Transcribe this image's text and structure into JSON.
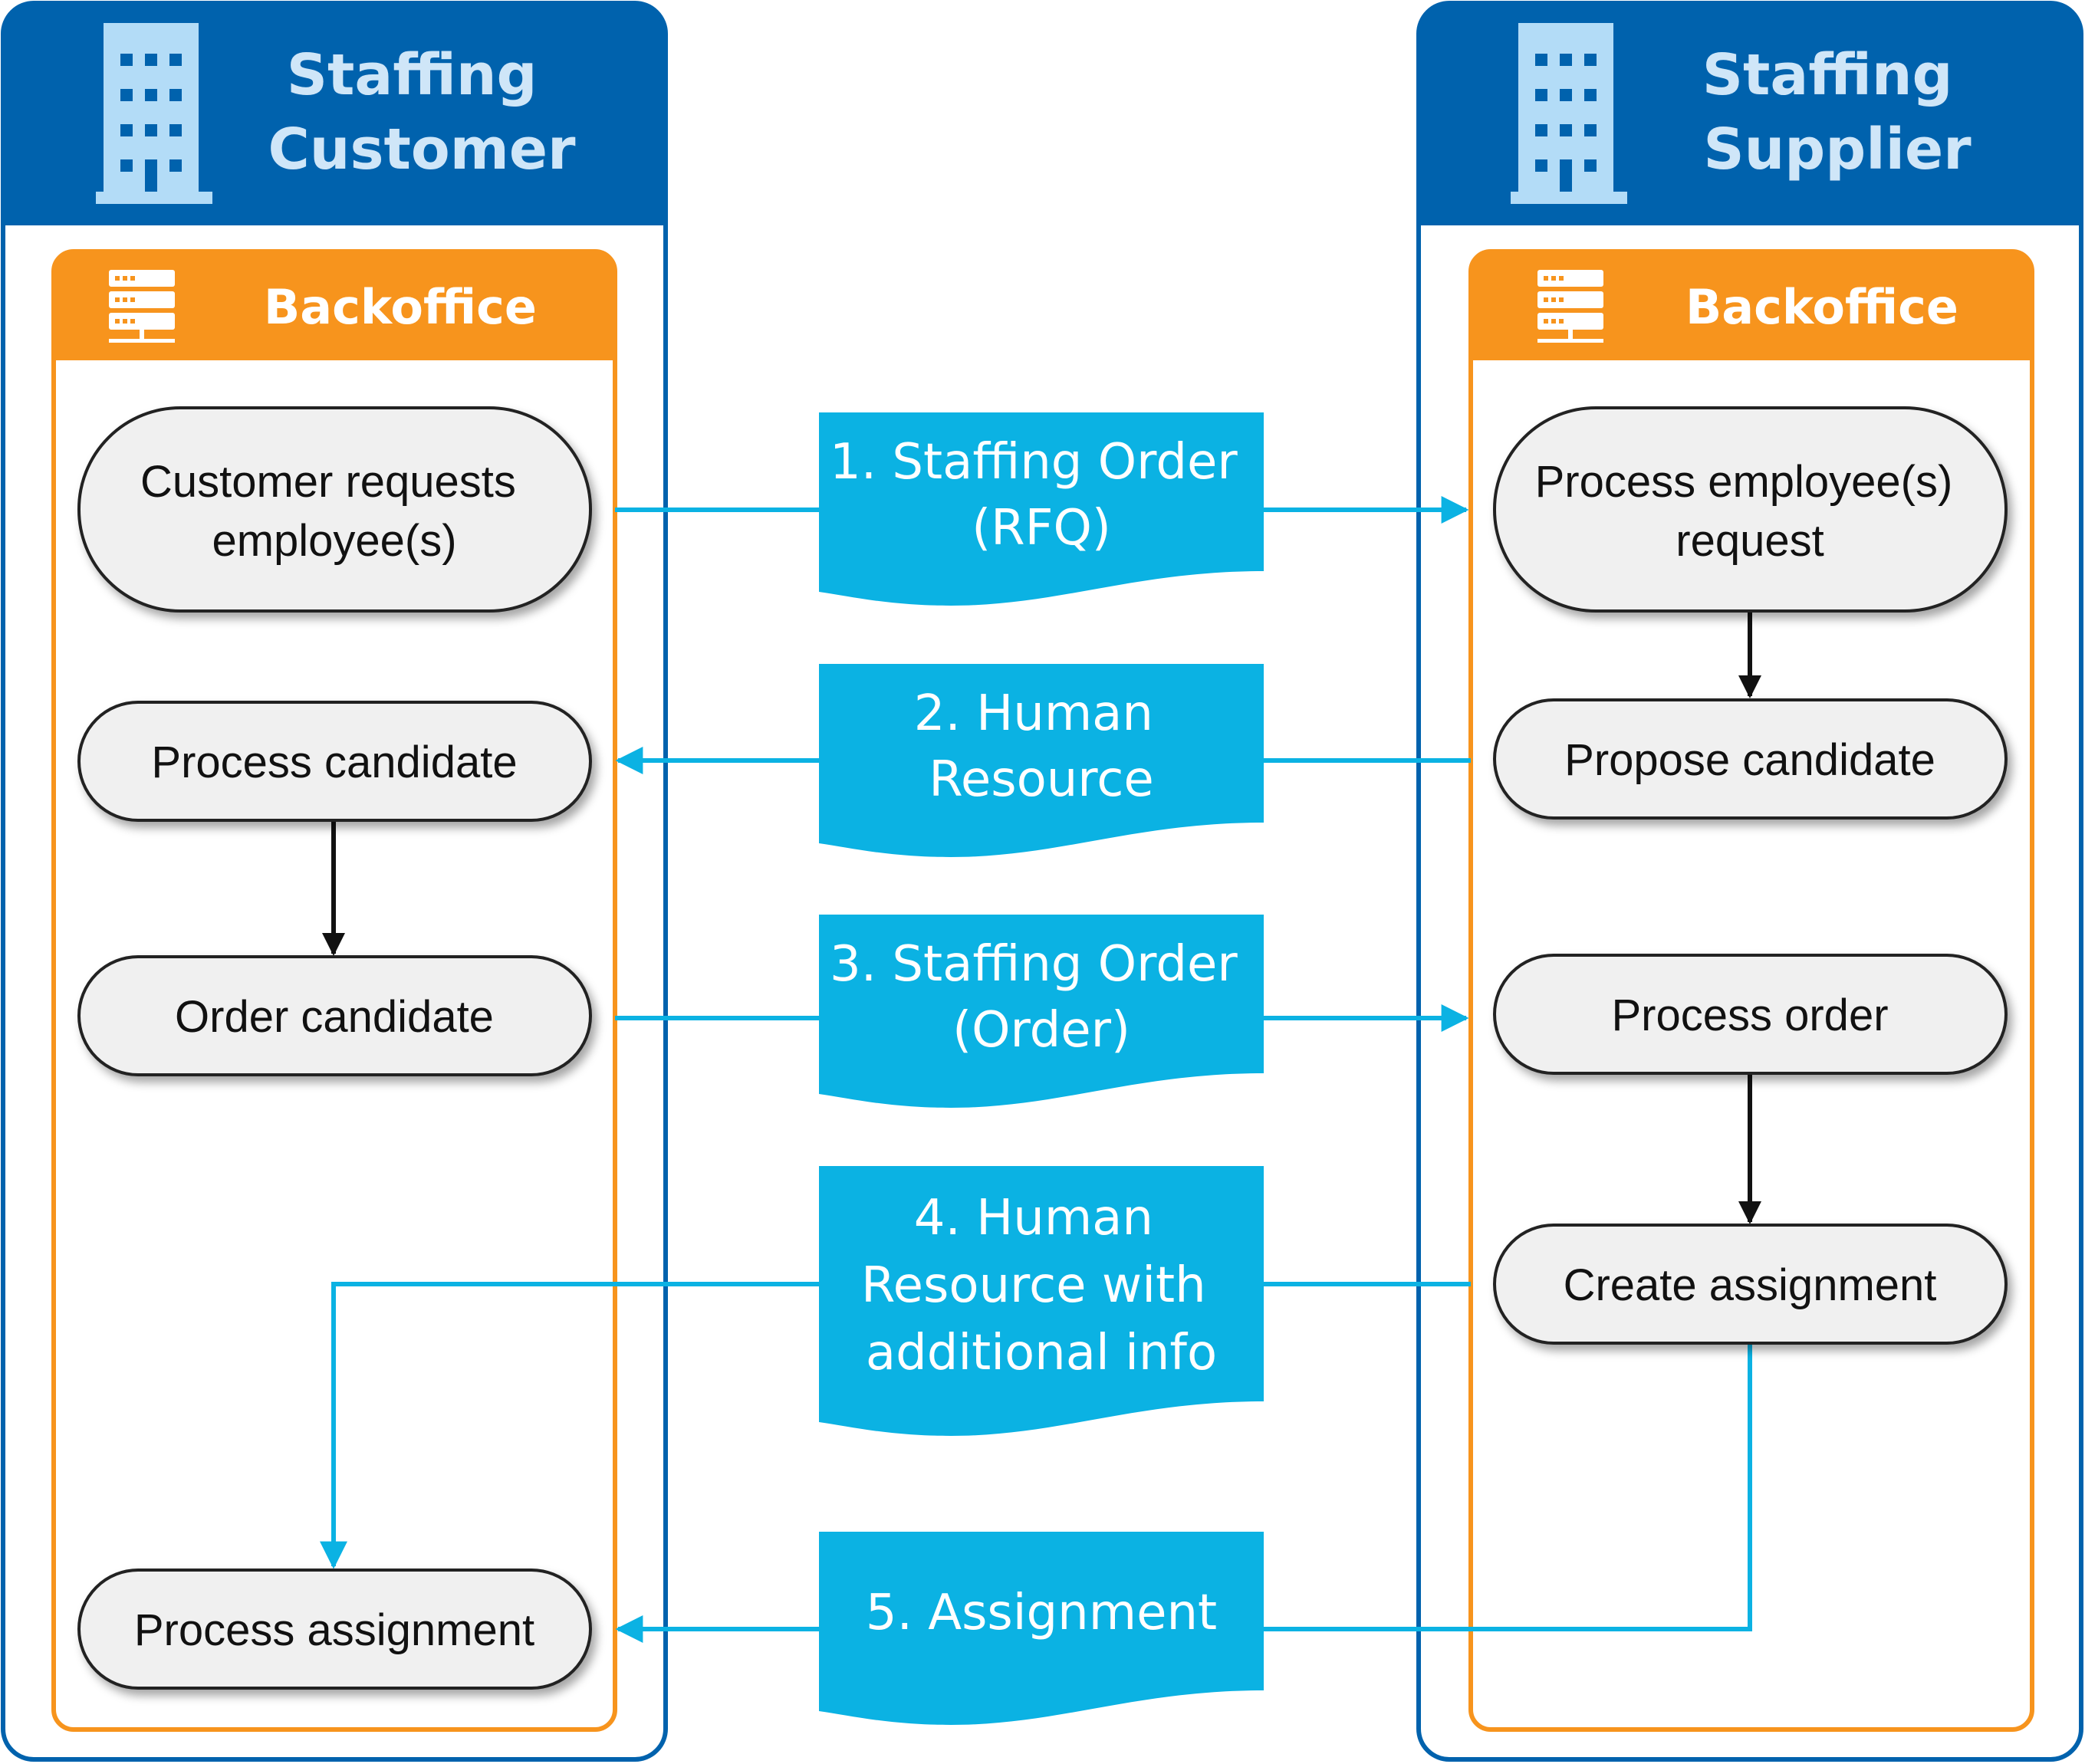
{
  "colors": {
    "navy": "#0062ad",
    "orange": "#f7941d",
    "cyan": "#0bb2e3",
    "node_fill": "#f0f0f0",
    "icon_light": "#b3dcf7"
  },
  "lanes": [
    {
      "id": "customer",
      "title_lines": [
        "Staffing",
        "Customer"
      ],
      "backoffice_label": "Backoffice",
      "icon": "building-icon",
      "backoffice_icon": "server-icon"
    },
    {
      "id": "supplier",
      "title_lines": [
        "Staffing",
        "Supplier"
      ],
      "backoffice_label": "Backoffice",
      "icon": "building-icon",
      "backoffice_icon": "server-icon"
    }
  ],
  "nodes": [
    {
      "id": "customer-requests",
      "lines": [
        "Customer requests",
        "employee(s)"
      ]
    },
    {
      "id": "process-candidate",
      "lines": [
        "Process candidate"
      ]
    },
    {
      "id": "order-candidate",
      "lines": [
        "Order candidate"
      ]
    },
    {
      "id": "process-assignment",
      "lines": [
        "Process assignment"
      ]
    },
    {
      "id": "process-request",
      "lines": [
        "Process employee(s)",
        "request"
      ]
    },
    {
      "id": "propose-candidate",
      "lines": [
        "Propose candidate"
      ]
    },
    {
      "id": "process-order",
      "lines": [
        "Process order"
      ]
    },
    {
      "id": "create-assignment",
      "lines": [
        "Create assignment"
      ]
    }
  ],
  "messages": [
    {
      "id": "msg-1",
      "lines": [
        "1. Staffing Order",
        "(RFQ)"
      ],
      "from": "customer-requests",
      "to": "process-request"
    },
    {
      "id": "msg-2",
      "lines": [
        "2. Human",
        "Resource"
      ],
      "from": "propose-candidate",
      "to": "process-candidate"
    },
    {
      "id": "msg-3",
      "lines": [
        "3. Staffing Order",
        "(Order)"
      ],
      "from": "order-candidate",
      "to": "process-order"
    },
    {
      "id": "msg-4",
      "lines": [
        "4. Human",
        "Resource with",
        "additional info"
      ],
      "from": "create-assignment",
      "to": "process-assignment"
    },
    {
      "id": "msg-5",
      "lines": [
        "5. Assignment"
      ],
      "from": "create-assignment",
      "to": "process-assignment"
    }
  ],
  "flows": [
    {
      "from": "process-candidate",
      "to": "order-candidate"
    },
    {
      "from": "process-request",
      "to": "propose-candidate"
    },
    {
      "from": "process-order",
      "to": "create-assignment"
    }
  ]
}
